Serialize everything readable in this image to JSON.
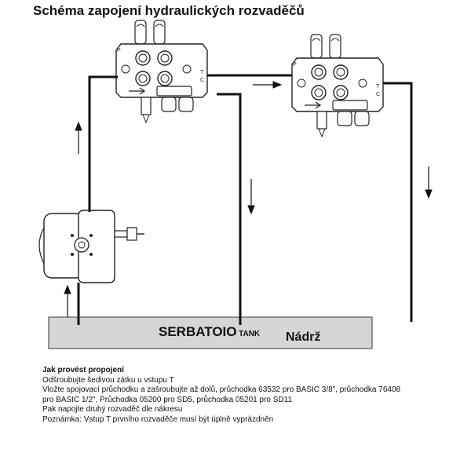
{
  "title": "Schéma zapojení hydraulických rozvaděčů",
  "diagram": {
    "tank_label_it": "SERBATOIO",
    "tank_label_en": "- TANK",
    "tank_label_cz": "Nádrž",
    "valve_port_letters": [
      "P",
      "T",
      "C"
    ]
  },
  "instructions": {
    "heading": "Jak provést propojení",
    "lines": [
      "Odšroubujte šedivou zátku u vstupu T",
      "Vložte spojovací průchodku a zašroubujte až dolů, průchodka 63532 pro BASIC 3/8\", průchodka 76408",
      "pro BASIC 1/2\", Průchodka 05200 pro SD5, průchodka 05201 pro SD11",
      "Pak napojte druhý rozvaděč dle nákresu",
      "Poznámka: Vstup T prvního rozvaděče musí být úplně vyprázdněn"
    ]
  }
}
